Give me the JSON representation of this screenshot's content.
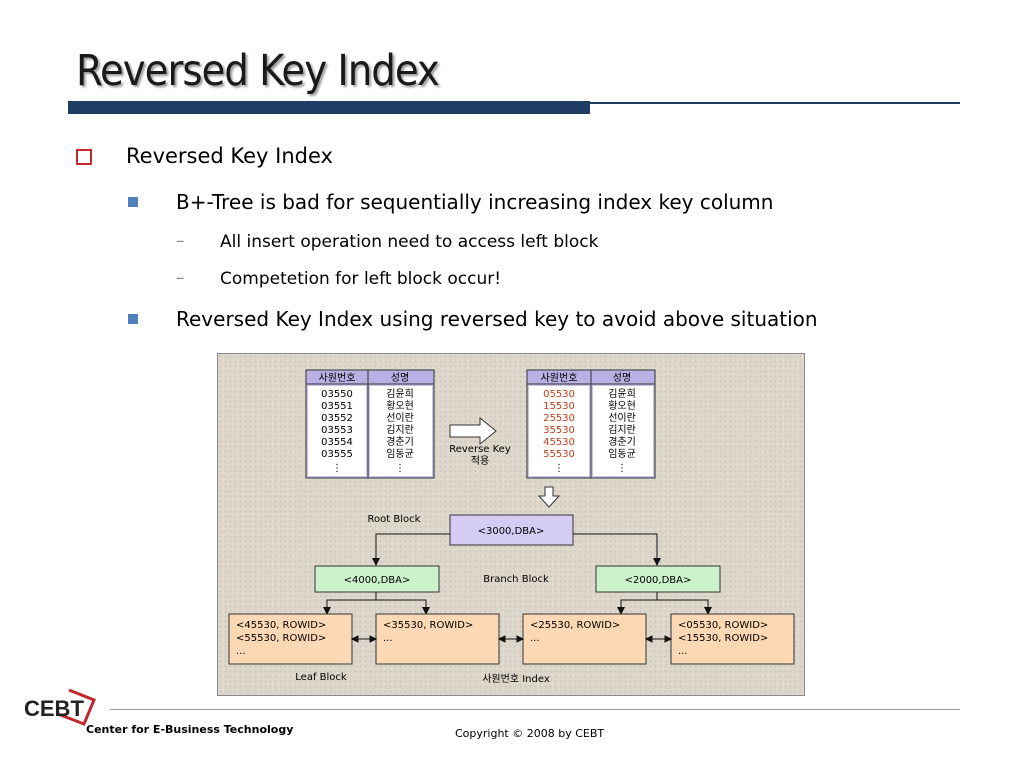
{
  "slide": {
    "title": "Reversed Key Index",
    "bullet1": "Reversed Key Index",
    "bullet2a": "B+-Tree is bad for sequentially increasing index key column",
    "sub1": "All insert operation need to access left block",
    "sub2": "Competetion for left block occur!",
    "bullet2b": "Reversed Key Index using reversed key to avoid above situation",
    "dash": "–"
  },
  "figure": {
    "table_headers": [
      "사원번호",
      "성명"
    ],
    "left_ids": [
      "03550",
      "03551",
      "03552",
      "03553",
      "03554",
      "03555"
    ],
    "right_ids": [
      "05530",
      "15530",
      "25530",
      "35530",
      "45530",
      "55530"
    ],
    "names": [
      "김윤희",
      "황오현",
      "선이란",
      "김지란",
      "경춘기",
      "임동균"
    ],
    "ellipsis": "⋮",
    "arrow_label_line1": "Reverse Key",
    "arrow_label_line2": "적용",
    "root_label": "Root Block",
    "root_value": "<3000,DBA>",
    "branch_label": "Branch Block",
    "branch_left": "<4000,DBA>",
    "branch_right": "<2000,DBA>",
    "leaf1": [
      "<45530, ROWID>",
      "<55530, ROWID>",
      "..."
    ],
    "leaf2": [
      "<35530, ROWID>",
      "..."
    ],
    "leaf3": [
      "<25530, ROWID>",
      "..."
    ],
    "leaf4": [
      "<05530, ROWID>",
      "<15530, ROWID>",
      "..."
    ],
    "leaf_label": "Leaf Block",
    "index_label": "사원번호 Index"
  },
  "footer": {
    "logo_text": "CEBT",
    "org": "Center for E-Business Technology",
    "copyright": "Copyright © 2008 by CEBT"
  },
  "colors": {
    "title_rule": "#1f3d64",
    "bullet_box": "#c0282d",
    "bullet_square": "#4f81bd",
    "table_fill": "#cfc8ee",
    "root_fill": "#d4ccf4",
    "branch_fill": "#ccf2cc",
    "leaf_fill": "#fcd8b4",
    "reversed_id": "#c0401c"
  }
}
